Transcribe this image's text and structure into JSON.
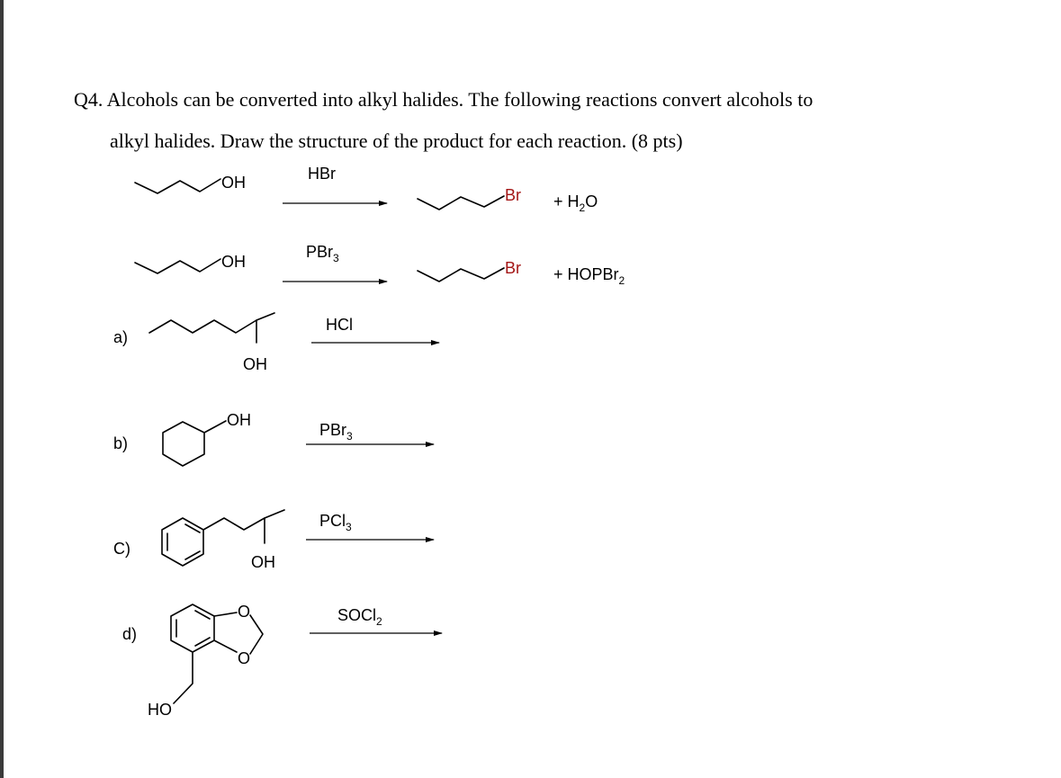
{
  "question": {
    "line1": "Q4. Alcohols can be converted into alkyl halides. The following reactions convert alcohols to",
    "line2": "alkyl halides. Draw the structure of the product for each reaction. (8 pts)"
  },
  "examples": [
    {
      "reactant_group": "OH",
      "reagent": "HBr",
      "product_group": "Br",
      "byproduct_prefix": "+ H",
      "byproduct_sub": "2",
      "byproduct_suffix": "O"
    },
    {
      "reactant_group": "OH",
      "reagent_main": "PBr",
      "reagent_sub": "3",
      "product_group": "Br",
      "byproduct_prefix": "+ HOPBr",
      "byproduct_sub": "2"
    }
  ],
  "problems": [
    {
      "label": "a)",
      "group": "OH",
      "reagent": "HCl"
    },
    {
      "label": "b)",
      "group": "OH",
      "reagent_main": "PBr",
      "reagent_sub": "3"
    },
    {
      "label": "C)",
      "group": "OH",
      "reagent_main": "PCl",
      "reagent_sub": "3"
    },
    {
      "label": "d)",
      "ring_o1": "O",
      "ring_o2": "O",
      "group": "HO",
      "reagent_main": "SOCl",
      "reagent_sub": "2"
    }
  ]
}
